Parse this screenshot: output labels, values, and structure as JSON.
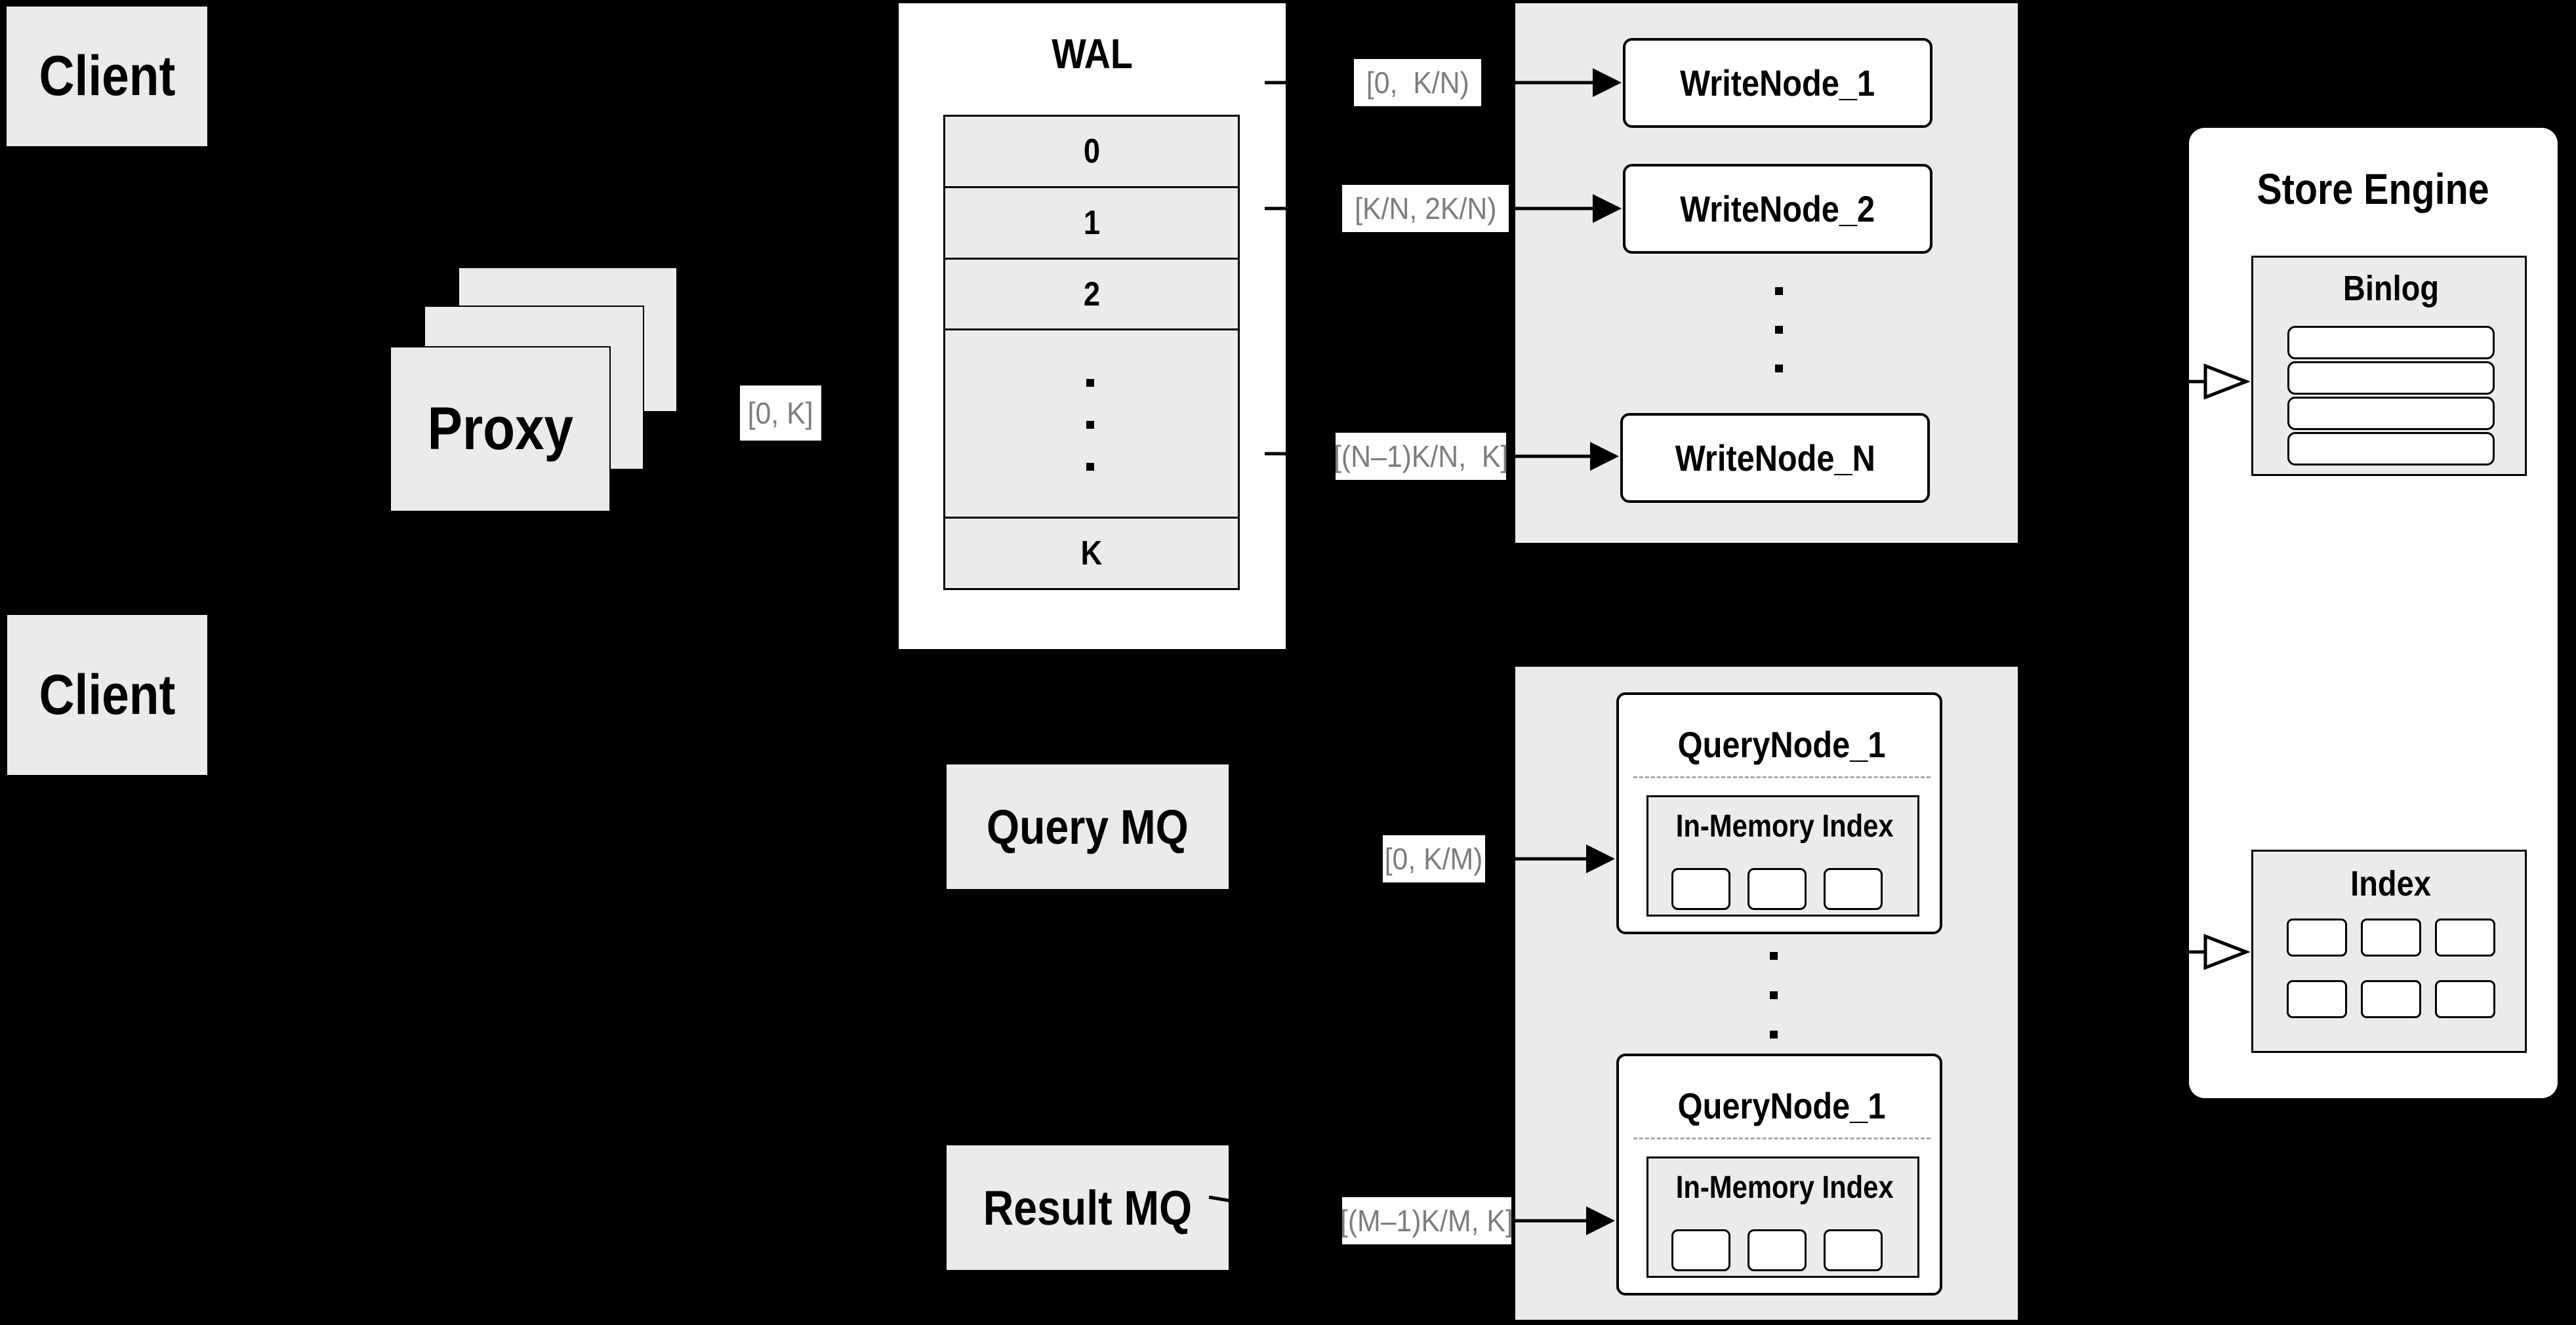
{
  "diagram": {
    "clients": {
      "top": "Client",
      "bottom": "Client"
    },
    "proxy": {
      "label": "Proxy",
      "range": "[0, K]"
    },
    "wal": {
      "title": "WAL",
      "segments": [
        "0",
        "1",
        "2",
        "K"
      ]
    },
    "write": {
      "ranges": [
        "[0,  K/N)",
        "[K/N, 2K/N)",
        "[(N–1)K/N,  K]"
      ],
      "nodes": [
        "WriteNode_1",
        "WriteNode_2",
        "WriteNode_N"
      ]
    },
    "mq": {
      "query": "Query MQ",
      "result": "Result MQ"
    },
    "querynodes": {
      "ranges": [
        "[0, K/M)",
        "[(M–1)K/M, K]"
      ],
      "nodes": [
        {
          "title": "QueryNode_1",
          "index_label": "In-Memory Index"
        },
        {
          "title": "QueryNode_1",
          "index_label": "In-Memory Index"
        }
      ]
    },
    "store": {
      "title": "Store Engine",
      "binlog": "Binlog",
      "index": "Index"
    },
    "colors": {
      "background": "#000000",
      "box_fill": "#ebebeb",
      "node_fill": "#ffffff",
      "range_text": "#7d7d7d",
      "line": "#000000"
    }
  }
}
